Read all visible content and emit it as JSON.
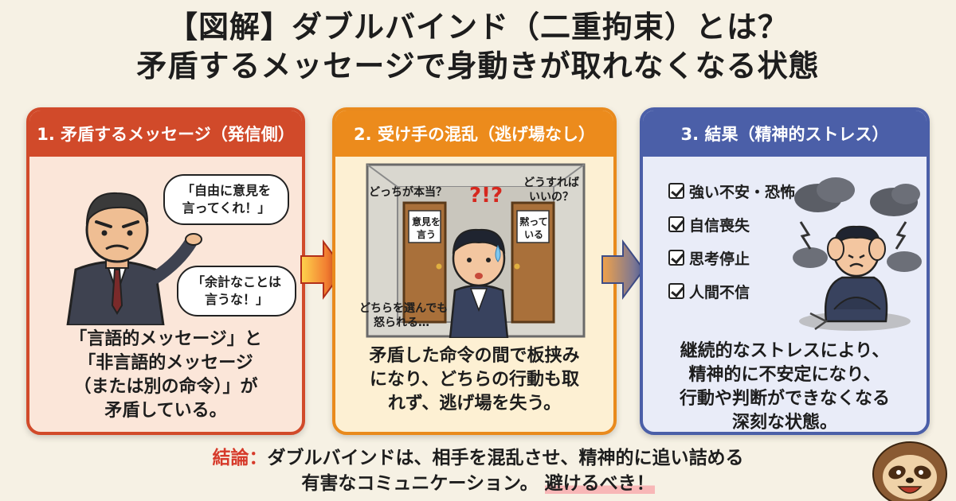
{
  "title": {
    "line1": "【図解】ダブルバインド（二重拘束）とは？",
    "line2": "矛盾するメッセージで身動きが取れなくなる状態"
  },
  "panels": [
    {
      "header": "1. 矛盾するメッセージ（発信側）",
      "bubble1": [
        "「自由に意見を",
        "言ってくれ！」"
      ],
      "bubble2": [
        "「余計なことは",
        "言うな！」"
      ],
      "text": [
        "「言語的メッセージ」と",
        "「非言語的メッセージ",
        "（または別の命令）」が",
        "矛盾している。"
      ]
    },
    {
      "header": "2. 受け手の混乱（逃げ場なし）",
      "label_left": "どっちが本当？",
      "label_right": [
        "どうすれば",
        "いいの？"
      ],
      "door_left": [
        "意見を",
        "言う"
      ],
      "door_right": [
        "黙って",
        "いる"
      ],
      "marks": "?!?",
      "label_bottom": [
        "どちらを選んでも",
        "怒られる…"
      ],
      "text": [
        "矛盾した命令の間で板挟み",
        "になり、どちらの行動も取",
        "れず、逃げ場を失う。"
      ]
    },
    {
      "header": "3. 結果（精神的ストレス）",
      "checklist": [
        "強い不安・恐怖",
        "自信喪失",
        "思考停止",
        "人間不信"
      ],
      "text": [
        "継続的なストレスにより、",
        "精神的に不安定になり、",
        "行動や判断ができなくなる",
        "深刻な状態。"
      ]
    }
  ],
  "conclusion": {
    "label": "結論：",
    "line1": "ダブルバインドは、相手を混乱させ、精神的に追い詰める",
    "line2_a": "有害なコミュニケーション。",
    "line2_b": "避けるべき！"
  },
  "colors": {
    "panel1": "#d14a2a",
    "panel2": "#ec8b1c",
    "panel3": "#4b5fa8",
    "accent": "#d63a2a"
  }
}
